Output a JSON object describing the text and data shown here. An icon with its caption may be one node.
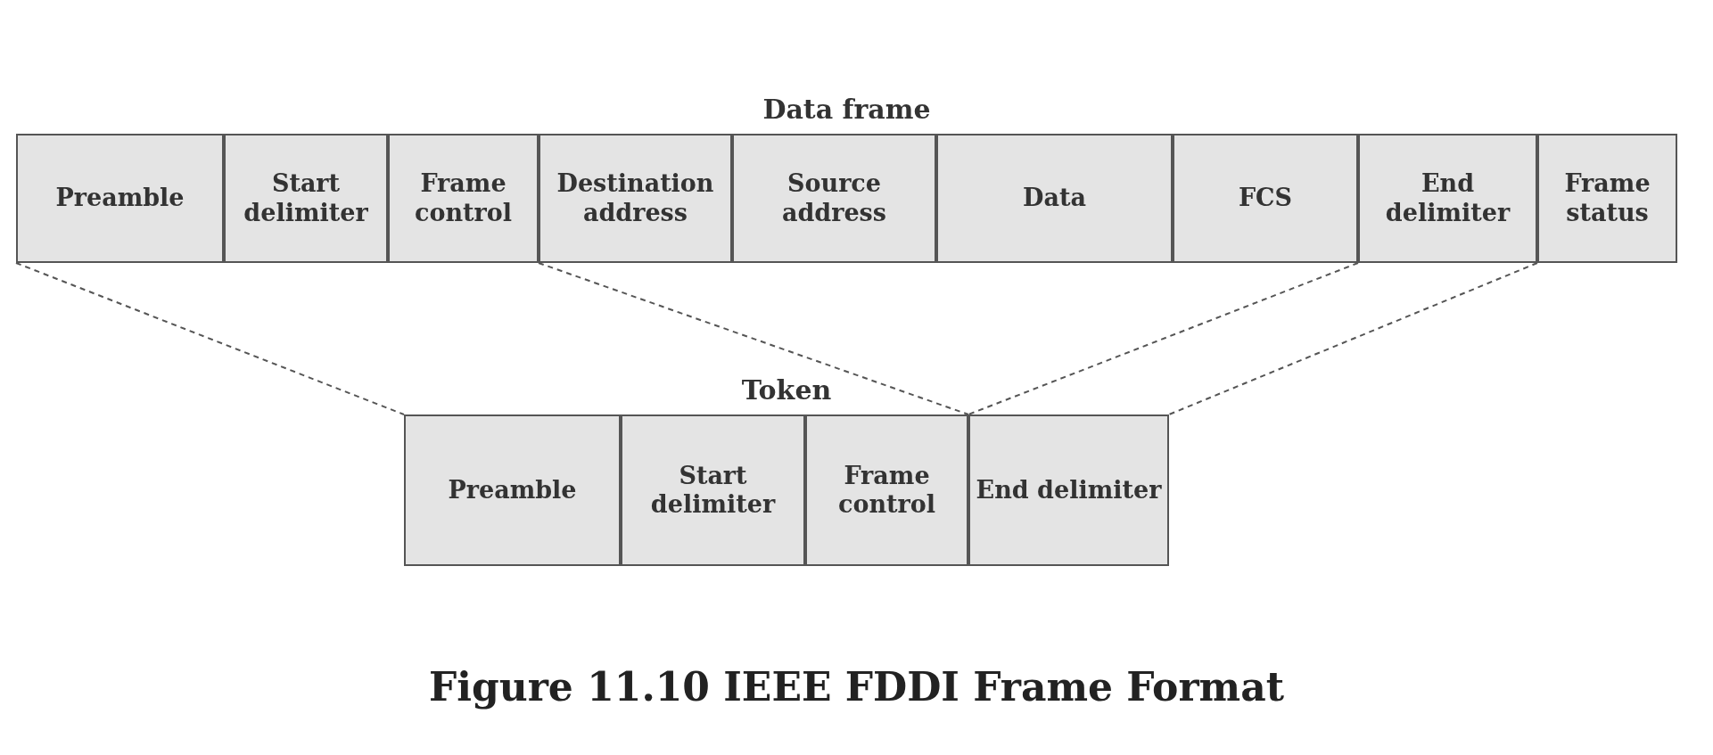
{
  "diagram": {
    "caption": "Figure 11.10 IEEE FDDI Frame Format",
    "nodes": [
      {
        "text": [
          "Data frame"
        ]
      },
      {
        "text": [
          "Preamble"
        ],
        "in": 0
      },
      {
        "text": [
          "Start delimiter"
        ],
        "in": 0
      },
      {
        "text": [
          "Frame control"
        ],
        "in": 0
      },
      {
        "text": [
          "Destination address"
        ],
        "in": 0
      },
      {
        "text": [
          "Source address"
        ],
        "in": 0
      },
      {
        "text": [
          "Data"
        ],
        "in": 0
      },
      {
        "text": [
          "FCS"
        ],
        "in": 0
      },
      {
        "text": [
          "End delimiter"
        ],
        "in": 0
      },
      {
        "text": [
          "Frame status"
        ],
        "in": 0
      },
      {
        "text": [
          "Token"
        ]
      },
      {
        "text": [
          "Preamble"
        ],
        "in": 10
      },
      {
        "text": [
          "Start delimiter"
        ],
        "in": 10
      },
      {
        "text": [
          "Frame control"
        ],
        "in": 10
      },
      {
        "text": [
          "End delimiter"
        ],
        "in": 10
      }
    ],
    "edges": [
      {
        "from": 1,
        "to": 11,
        "arrow": "none",
        "style": "dashed"
      },
      {
        "from": 4,
        "to": 14,
        "arrow": "none",
        "style": "dashed"
      },
      {
        "from": 8,
        "to": 14,
        "arrow": "none",
        "style": "dashed"
      },
      {
        "from": 9,
        "to": 14,
        "arrow": "none",
        "style": "dashed"
      }
    ]
  }
}
